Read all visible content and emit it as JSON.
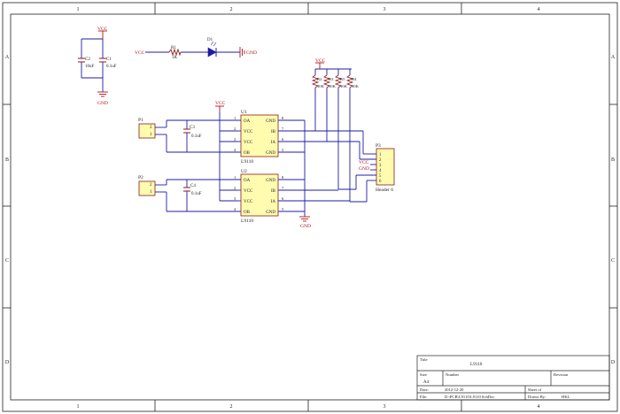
{
  "frame": {
    "columns": [
      "1",
      "2",
      "3",
      "4"
    ],
    "rows": [
      "A",
      "B",
      "C",
      "D"
    ]
  },
  "power": {
    "vcc": "VCC",
    "gnd": "GND"
  },
  "components": {
    "c2": {
      "ref": "C2",
      "value": "10uF"
    },
    "c1": {
      "ref": "C1",
      "value": "0.1uF"
    },
    "r1": {
      "ref": "R1",
      "value": "1K"
    },
    "d1": {
      "ref": "D1"
    },
    "r2": {
      "ref": "R2",
      "value": "10K"
    },
    "r3": {
      "ref": "R3",
      "value": "10K"
    },
    "r5": {
      "ref": "R5",
      "value": "10K"
    },
    "r4": {
      "ref": "R4",
      "value": "10K"
    },
    "c3": {
      "ref": "C3",
      "value": "0.1uF"
    },
    "c4": {
      "ref": "C4",
      "value": "0.1uF"
    },
    "p1": {
      "ref": "P1",
      "pins": [
        "2",
        "1"
      ]
    },
    "p2": {
      "ref": "P2",
      "pins": [
        "2",
        "1"
      ]
    },
    "p3": {
      "ref": "P3",
      "pins": [
        "1",
        "2",
        "3",
        "4",
        "5",
        "6"
      ],
      "name": "Header 6"
    },
    "u1": {
      "ref": "U1",
      "part": "L9110",
      "left_pins": [
        {
          "num": "1",
          "name": "OA"
        },
        {
          "num": "2",
          "name": "VCC"
        },
        {
          "num": "3",
          "name": "VCC"
        },
        {
          "num": "4",
          "name": "OB"
        }
      ],
      "right_pins": [
        {
          "num": "8",
          "name": "GND"
        },
        {
          "num": "7",
          "name": "IB"
        },
        {
          "num": "6",
          "name": "IA"
        },
        {
          "num": "5",
          "name": "GND"
        }
      ]
    },
    "u2": {
      "ref": "U2",
      "part": "L9110",
      "left_pins": [
        {
          "num": "1",
          "name": "OA"
        },
        {
          "num": "2",
          "name": "VCC"
        },
        {
          "num": "3",
          "name": "VCC"
        },
        {
          "num": "4",
          "name": "OB"
        }
      ],
      "right_pins": [
        {
          "num": "8",
          "name": "GND"
        },
        {
          "num": "7",
          "name": "IB"
        },
        {
          "num": "6",
          "name": "IA"
        },
        {
          "num": "5",
          "name": "GND"
        }
      ]
    }
  },
  "title_block": {
    "title_label": "Title",
    "title": "L9110",
    "size_label": "Size",
    "size": "A4",
    "number_label": "Number",
    "revision_label": "Revision",
    "date_label": "Date:",
    "date": "2012-12-20",
    "sheet_label": "Sheet   of",
    "file_label": "File:",
    "file": "D:\\PCB\\L9110\\L9110.SchDoc",
    "drawn_label": "Drawn By:",
    "drawn_by": "HKL"
  },
  "colors": {
    "wire": "#1c1ca6",
    "power": "#b0121a",
    "body_fill": "#fffcb0",
    "body_stroke": "#8a1a1a",
    "frame": "#222222"
  }
}
